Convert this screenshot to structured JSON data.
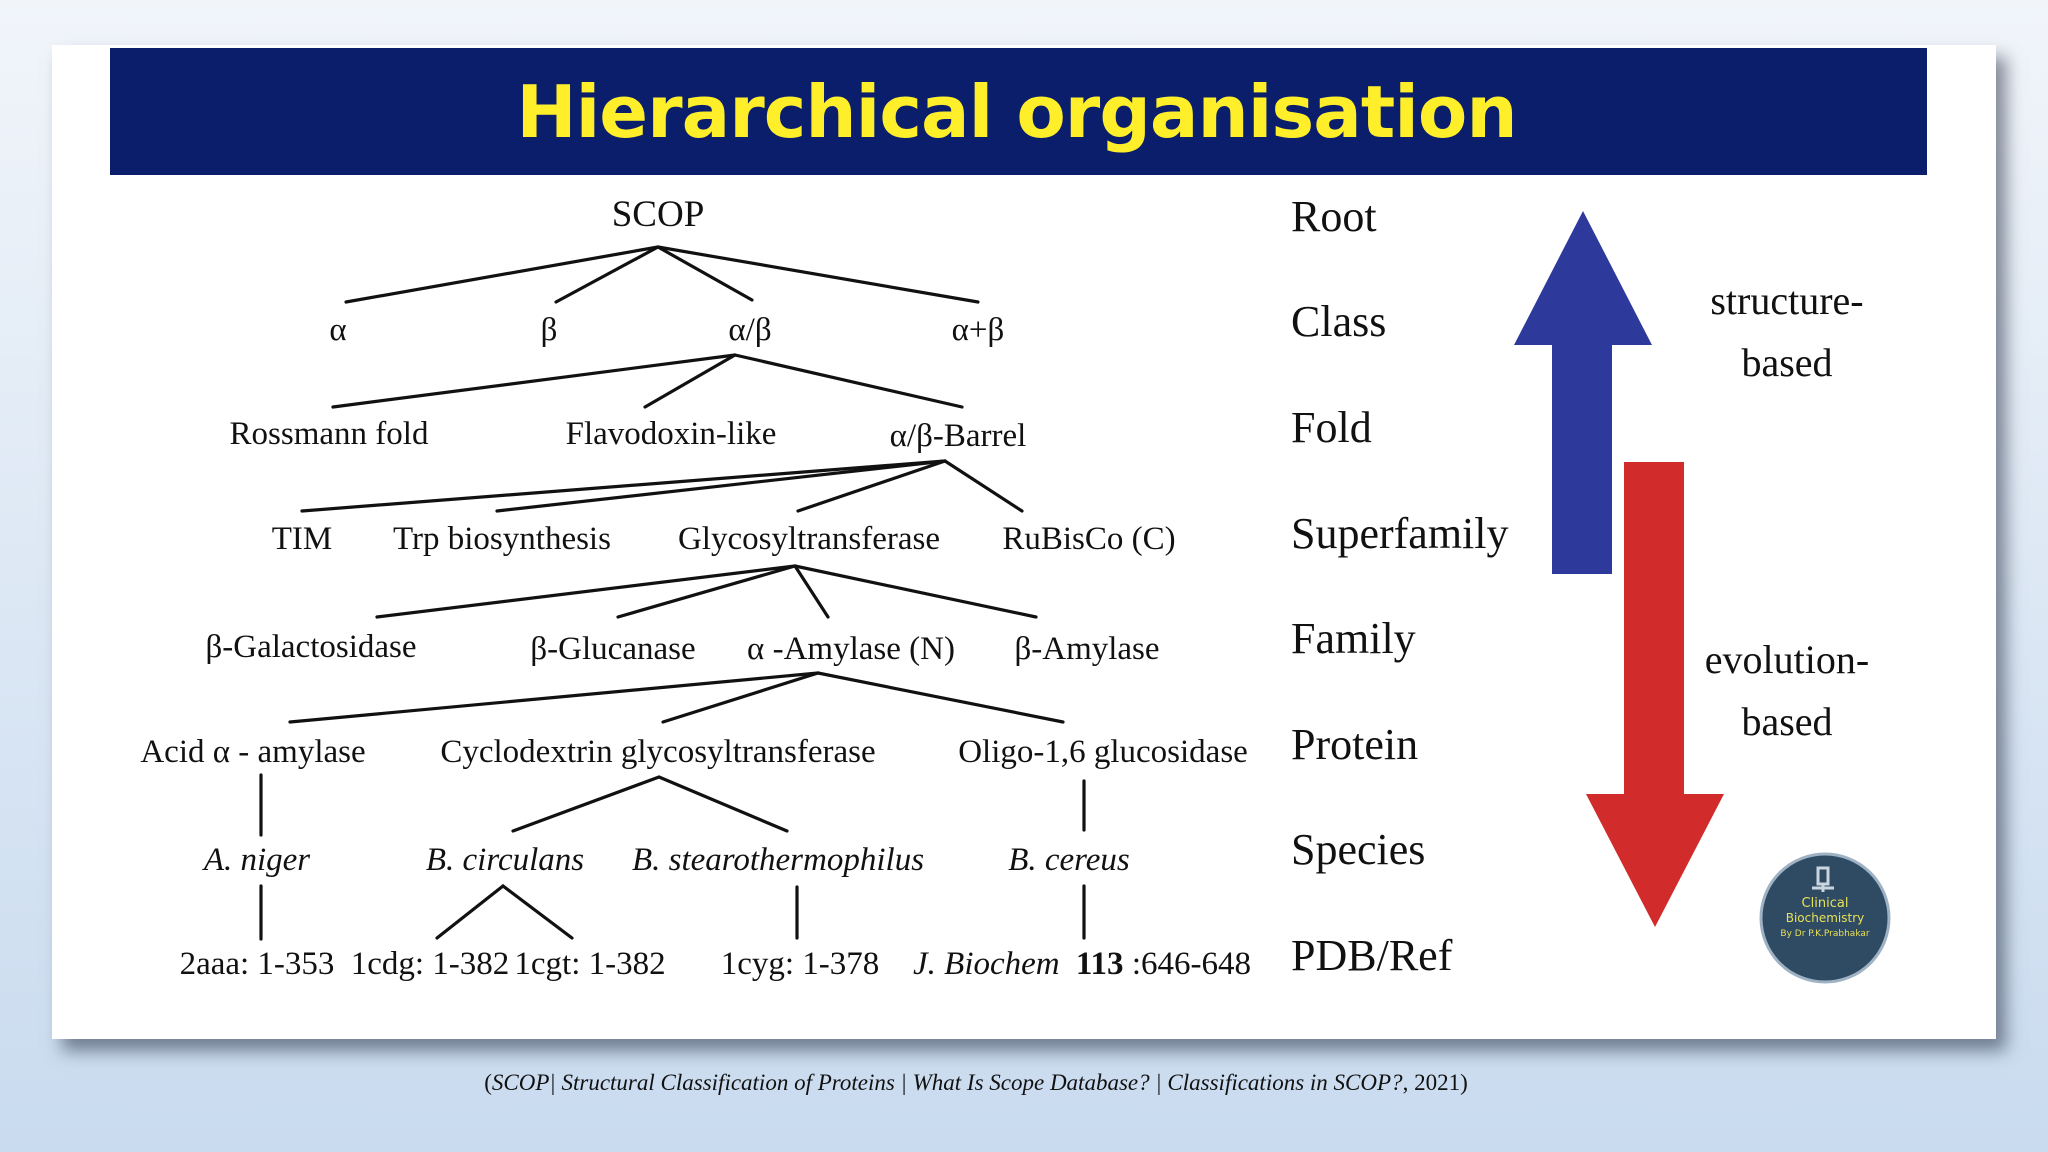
{
  "title": "Hierarchical organisation",
  "levels": [
    "Root",
    "Class",
    "Fold",
    "Superfamily",
    "Family",
    "Protein",
    "Species",
    "PDB/Ref"
  ],
  "tree": {
    "root": "SCOP",
    "classes": [
      "α",
      "β",
      "α/β",
      "α+β"
    ],
    "folds": [
      "Rossmann fold",
      "Flavodoxin-like",
      "α/β-Barrel"
    ],
    "superfamilies": [
      "TIM",
      "Trp biosynthesis",
      "Glycosyltransferase",
      "RuBisCo (C)"
    ],
    "families": [
      "β-Galactosidase",
      "β-Glucanase",
      "α -Amylase (N)",
      "β-Amylase"
    ],
    "proteins": [
      "Acid α - amylase",
      "Cyclodextrin glycosyltransferase",
      "Oligo-1,6 glucosidase"
    ],
    "species": [
      "A. niger",
      "B. circulans",
      "B. stearothermophilus",
      "B. cereus"
    ],
    "pdb_refs": {
      "aaa": "2aaa: 1-353",
      "cdg": "1cdg: 1-382",
      "cgt": "1cgt: 1-382",
      "cyg": "1cyg: 1-378",
      "ref_journal": "J. Biochem",
      "ref_volume": "113",
      "ref_pages": ":646-648"
    }
  },
  "arrows": {
    "up_label_line1": "structure-",
    "up_label_line2": "based",
    "down_label_line1": "evolution-",
    "down_label_line2": "based",
    "up_color": "#2e3a9b",
    "down_color": "#d22b2b"
  },
  "logo": {
    "line1": "Clinical",
    "line2": "Biochemistry",
    "line3": "By Dr P.K.Prabhakar",
    "color": "#2f4a63",
    "text_color": "#e6e05a"
  },
  "citation": {
    "open": "(",
    "italic": "SCOP| Structural Classification of Proteins | What Is Scope Database? | Classifications in SCOP?",
    "rest": ", 2021)"
  }
}
